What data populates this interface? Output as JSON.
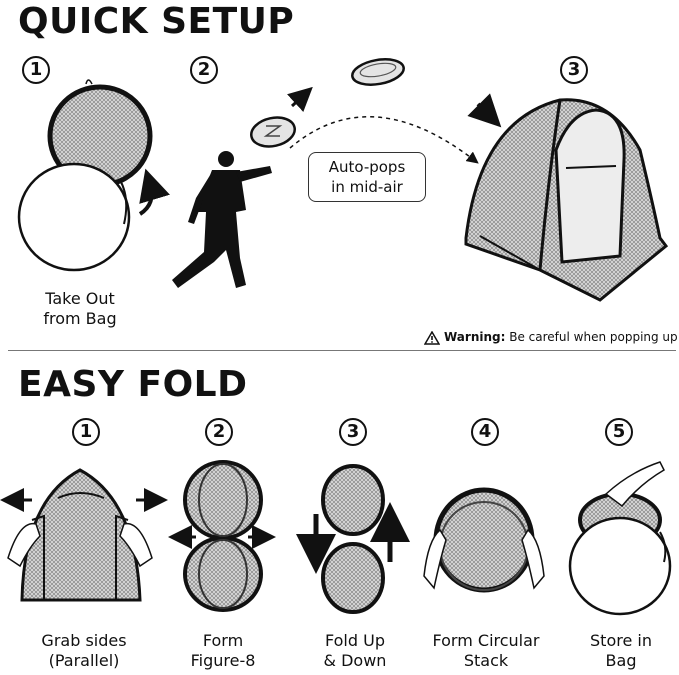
{
  "quick_setup": {
    "title": "QUICK SETUP",
    "steps": [
      {
        "number": "1",
        "caption_lines": [
          "Take Out",
          "from Bag"
        ]
      },
      {
        "number": "2"
      },
      {
        "number": "3"
      }
    ],
    "callout_lines": [
      "Auto-pops",
      "in mid-air"
    ],
    "warning": {
      "label": "Warning:",
      "text": " Be careful when popping up!!!"
    }
  },
  "easy_fold": {
    "title": "EASY FOLD",
    "steps": [
      {
        "number": "1",
        "caption_lines": [
          "Grab sides",
          "(Parallel)"
        ]
      },
      {
        "number": "2",
        "caption_lines": [
          "Form",
          "Figure-8"
        ]
      },
      {
        "number": "3",
        "caption_lines": [
          "Fold Up",
          "& Down"
        ]
      },
      {
        "number": "4",
        "caption_lines": [
          "Form Circular",
          "Stack"
        ]
      },
      {
        "number": "5",
        "caption_lines": [
          "Store in",
          "Bag"
        ]
      }
    ]
  },
  "colors": {
    "ink": "#111111",
    "mesh": "#8a8a8a",
    "panel": "#e6e6e6",
    "background": "#ffffff"
  },
  "icons": [
    "warning-triangle-icon",
    "arrow-icon",
    "person-throwing-icon",
    "tent-icon",
    "bag-icon",
    "hand-icon"
  ]
}
